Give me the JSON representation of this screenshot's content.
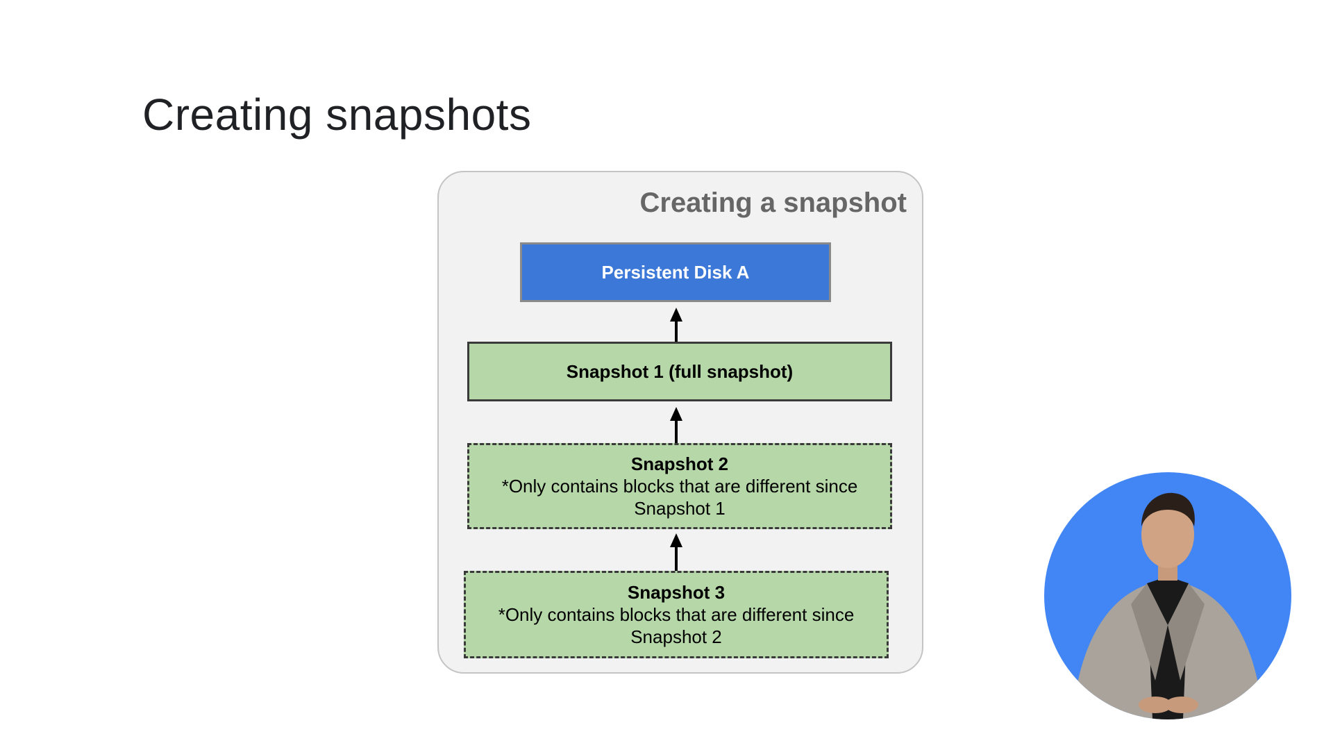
{
  "slide": {
    "title": "Creating snapshots"
  },
  "diagram": {
    "panel_title": "Creating a snapshot",
    "disk": {
      "label": "Persistent Disk A"
    },
    "snapshot1": {
      "label": "Snapshot 1 (full snapshot)"
    },
    "snapshot2": {
      "title": "Snapshot 2",
      "note_line1": "*Only contains blocks that are different since",
      "note_line2": "Snapshot 1"
    },
    "snapshot3": {
      "title": "Snapshot 3",
      "note_line1": "*Only contains blocks that are different since",
      "note_line2": "Snapshot 2"
    }
  },
  "colors": {
    "disk_fill": "#3c78d8",
    "snapshot_fill": "#b6d7a8",
    "panel_fill": "#f2f2f2",
    "presenter_bg": "#4285f4"
  }
}
